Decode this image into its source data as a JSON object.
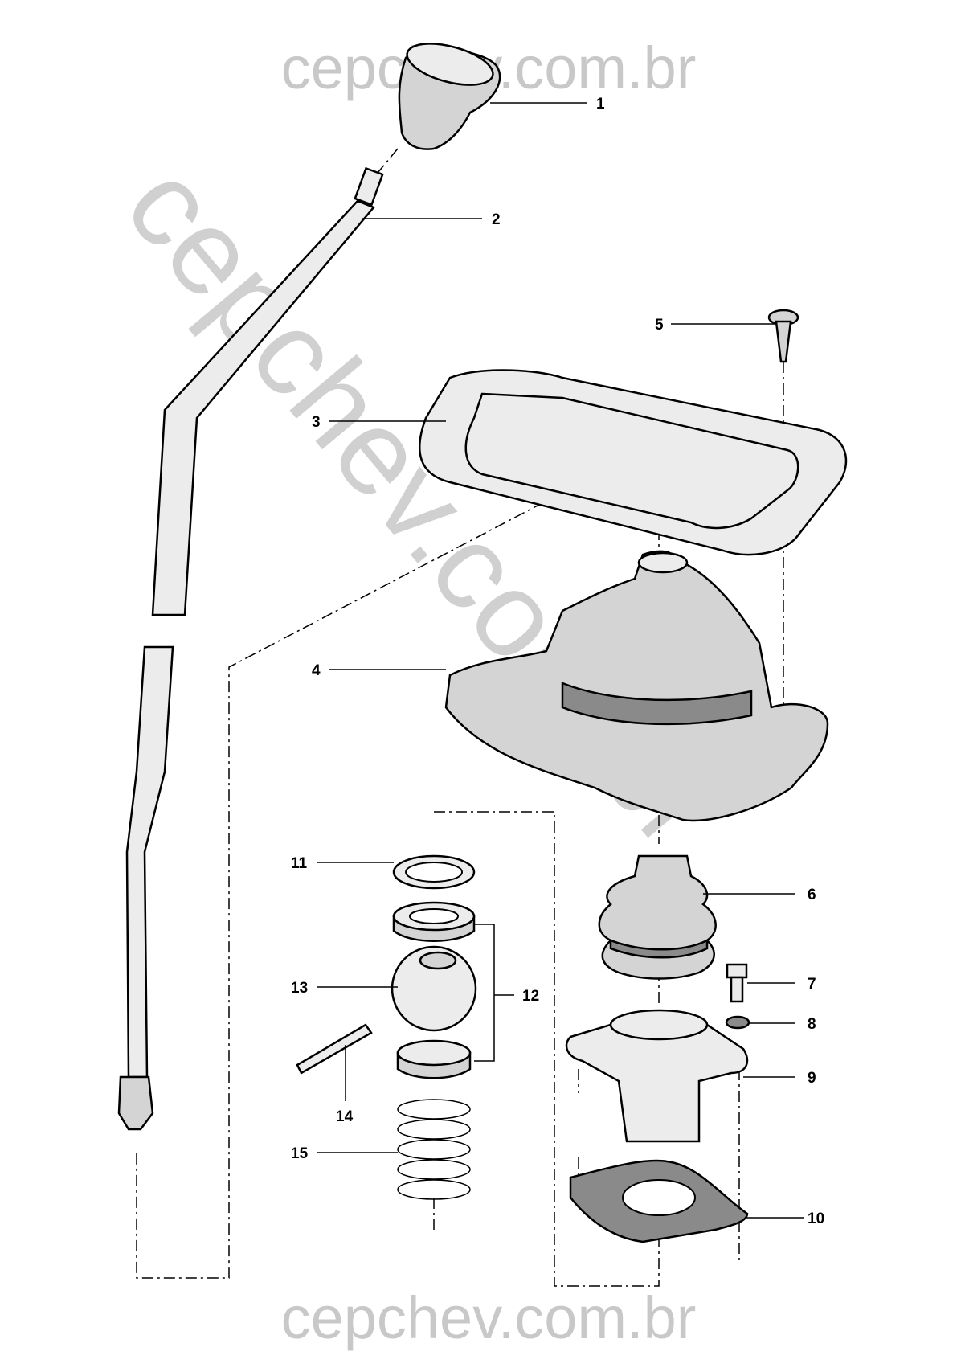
{
  "watermark": {
    "top": "cepchev.com.br",
    "bottom": "cepchev.com.br",
    "diagonal": "cepchev.com.br",
    "color": "#c8c8c8"
  },
  "callouts": [
    {
      "number": "1",
      "part": "gear-shift-knob"
    },
    {
      "number": "2",
      "part": "gear-shift-lever"
    },
    {
      "number": "3",
      "part": "boot-retaining-frame"
    },
    {
      "number": "4",
      "part": "outer-boot"
    },
    {
      "number": "5",
      "part": "screw"
    },
    {
      "number": "6",
      "part": "inner-boot"
    },
    {
      "number": "7",
      "part": "bolt"
    },
    {
      "number": "8",
      "part": "washer"
    },
    {
      "number": "9",
      "part": "lever-housing"
    },
    {
      "number": "10",
      "part": "gasket"
    },
    {
      "number": "11",
      "part": "ring"
    },
    {
      "number": "12",
      "part": "ball-seats"
    },
    {
      "number": "13",
      "part": "ball"
    },
    {
      "number": "14",
      "part": "pin"
    },
    {
      "number": "15",
      "part": "spring"
    }
  ]
}
